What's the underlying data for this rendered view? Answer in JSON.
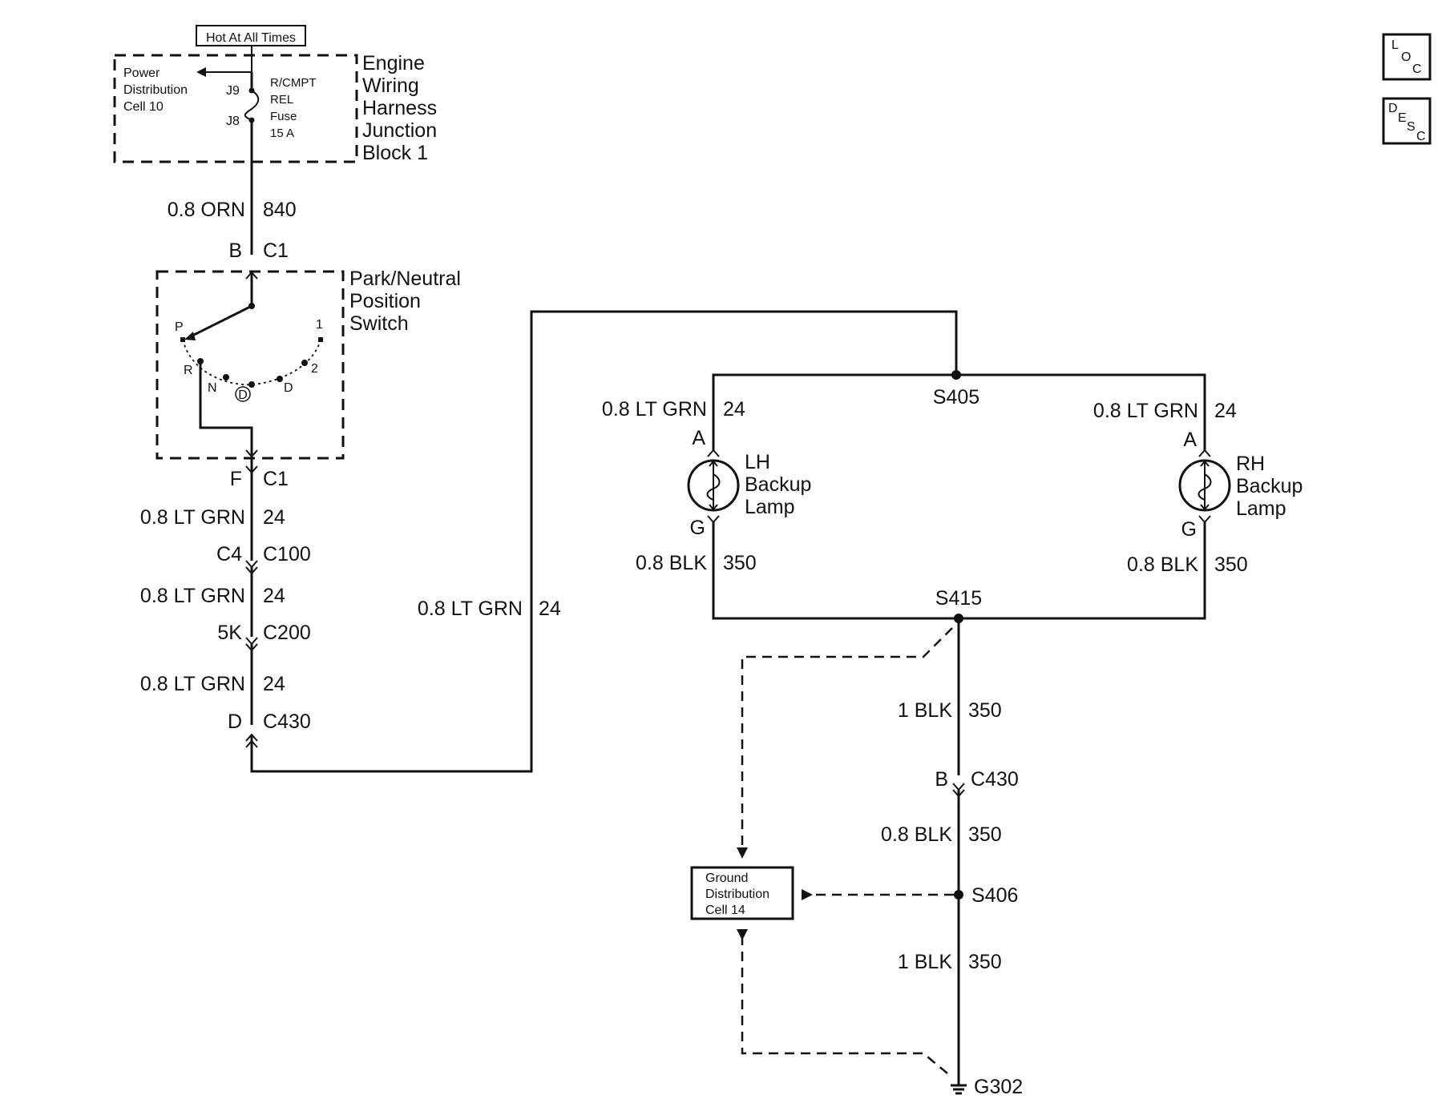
{
  "power": {
    "hot_label": "Hot At All Times",
    "pd_line1": "Power",
    "pd_line2": "Distribution",
    "pd_line3": "Cell 10",
    "j9": "J9",
    "j8": "J8",
    "fuse_line1": "R/CMPT",
    "fuse_line2": "REL",
    "fuse_line3": "Fuse",
    "fuse_line4": "15 A",
    "block_line1": "Engine",
    "block_line2": "Wiring",
    "block_line3": "Harness",
    "block_line4": "Junction",
    "block_line5": "Block 1"
  },
  "wires": {
    "orn_gauge": "0.8 ORN",
    "orn_circuit": "840",
    "ltgrn_gauge": "0.8 LT GRN",
    "ltgrn_circuit": "24",
    "blk_gauge": "0.8 BLK",
    "blk1_gauge": "1 BLK",
    "blk_circuit": "350"
  },
  "connectors": {
    "b_pin": "B",
    "c1": "C1",
    "f_pin": "F",
    "c4_pin": "C4",
    "c100": "C100",
    "pin_5k": "5K",
    "c200": "C200",
    "d_pin": "D",
    "c430": "C430",
    "b_pin2": "B",
    "a_pin": "A",
    "g_pin": "G"
  },
  "switch": {
    "line1": "Park/Neutral",
    "line2": "Position",
    "line3": "Switch",
    "pos_p": "P",
    "pos_r": "R",
    "pos_n": "N",
    "pos_od": "D",
    "pos_d": "D",
    "pos_2": "2",
    "pos_1": "1"
  },
  "splices": {
    "s405": "S405",
    "s415": "S415",
    "s406": "S406",
    "g302": "G302"
  },
  "lamps": {
    "lh_line1": "LH",
    "lh_line2": "Backup",
    "lh_line3": "Lamp",
    "rh_line1": "RH",
    "rh_line2": "Backup",
    "rh_line3": "Lamp"
  },
  "ground_cell": {
    "line1": "Ground",
    "line2": "Distribution",
    "line3": "Cell 14"
  },
  "nav": {
    "loc_l": "L",
    "loc_o": "O",
    "loc_c": "C",
    "desc_d": "D",
    "desc_e": "E",
    "desc_s": "S",
    "desc_c": "C"
  }
}
